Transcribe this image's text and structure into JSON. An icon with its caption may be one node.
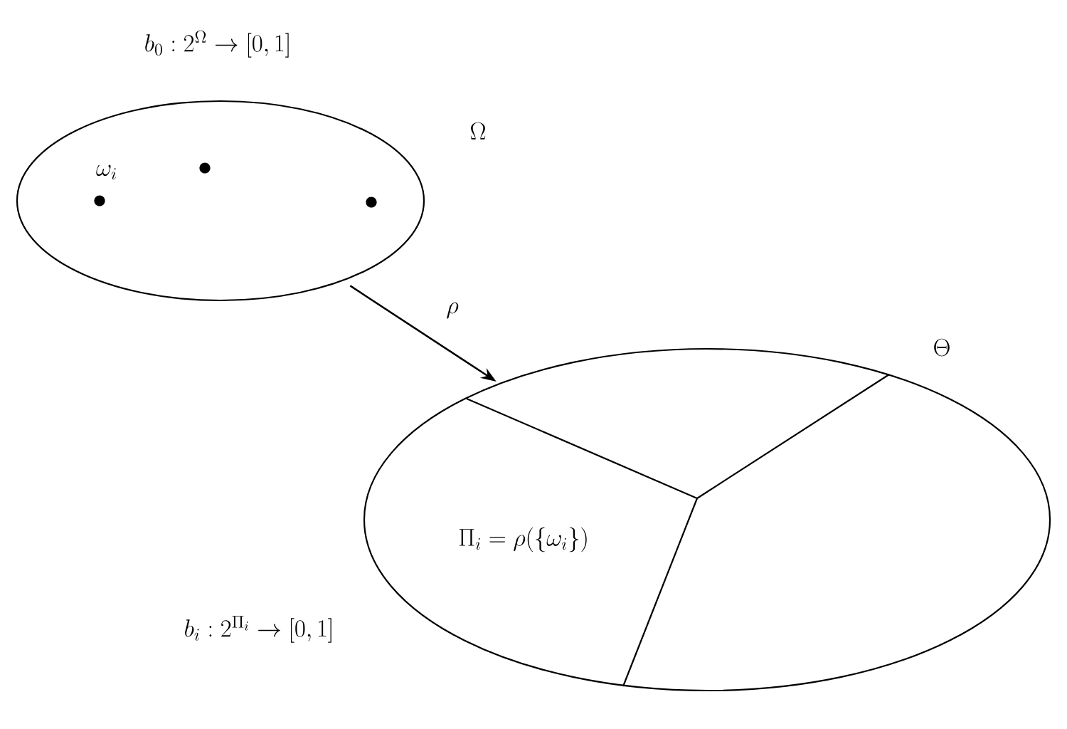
{
  "diagram": {
    "nodes": [
      {
        "text": [
          "b_0 : 2^\\Omega \\to [0,1]",
          "\\Omega"
        ]
      },
      {
        "text": [
          "\\Theta",
          "b_i : 2^{\\Pi_i} \\to [0,1]"
        ]
      },
      {
        "text": [
          "\\Pi_i = \\rho(\\{\\omega_i\\})"
        ],
        "in": 1
      }
    ],
    "edges": [
      {
        "from": 0,
        "to": 1,
        "arrow": "to",
        "label": "\\rho"
      }
    ],
    "labels": [
      "\\omega_i"
    ]
  }
}
